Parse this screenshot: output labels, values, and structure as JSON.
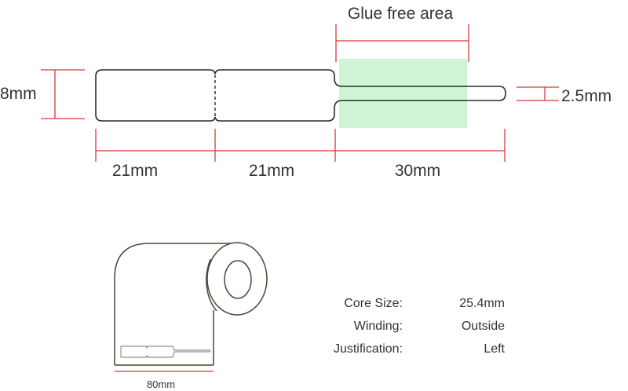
{
  "colors": {
    "dimension_line": "#d63a3a",
    "label_outline": "#2a2a2a",
    "glue_free_fill": "#cff5d6",
    "text": "#333333",
    "roll_outline": "#4a4636"
  },
  "glue_free_area": "Glue free area",
  "dimensions": {
    "height": "8mm",
    "tail_height": "2.5mm",
    "section_1": "21mm",
    "section_2": "21mm",
    "section_3": "30mm",
    "roll_width": "80mm"
  },
  "specs": [
    {
      "label": "Core Size:",
      "value": "25.4mm"
    },
    {
      "label": "Winding:",
      "value": "Outside"
    },
    {
      "label": "Justification:",
      "value": "Left"
    }
  ]
}
